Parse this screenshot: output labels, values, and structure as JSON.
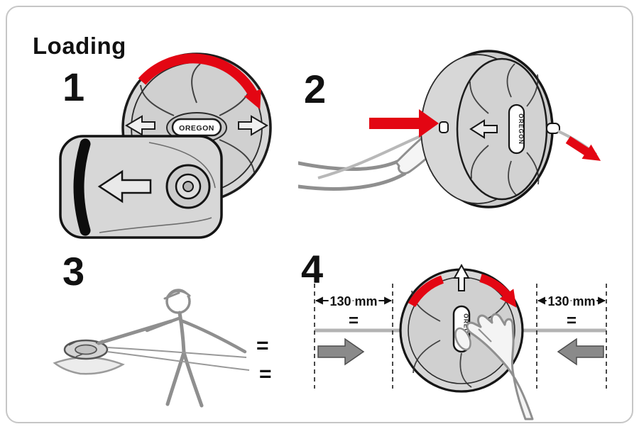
{
  "title": "Loading",
  "brand": "OREGON",
  "equals": "=",
  "steps": {
    "step1": {
      "number": "1"
    },
    "step2": {
      "number": "2"
    },
    "step3": {
      "number": "3"
    },
    "step4": {
      "number": "4"
    }
  },
  "dimensions": {
    "left": "130 mm",
    "right": "130 mm"
  },
  "colors": {
    "highlight_red": "#e30613",
    "body_gray": "#d7d7d7",
    "outline_black": "#161616",
    "hand_gray": "#8f8f8f",
    "direction_arrow_gray": "#8a8a8a"
  }
}
